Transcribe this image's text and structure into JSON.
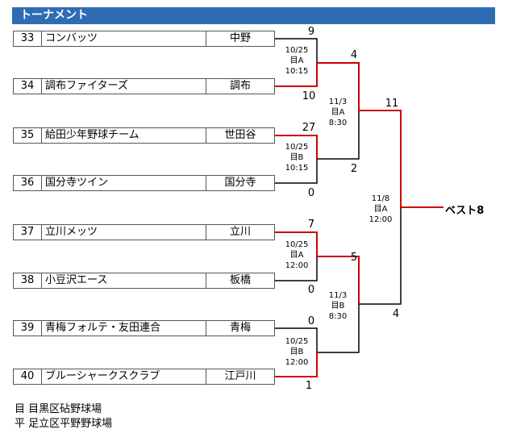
{
  "header": {
    "title": "トーナメント"
  },
  "teams": [
    {
      "no": "33",
      "name": "コンバッツ",
      "area": "中野"
    },
    {
      "no": "34",
      "name": "調布ファイターズ",
      "area": "調布"
    },
    {
      "no": "35",
      "name": "給田少年野球チーム",
      "area": "世田谷"
    },
    {
      "no": "36",
      "name": "国分寺ツイン",
      "area": "国分寺"
    },
    {
      "no": "37",
      "name": "立川メッツ",
      "area": "立川"
    },
    {
      "no": "38",
      "name": "小豆沢エース",
      "area": "板橋"
    },
    {
      "no": "39",
      "name": "青梅フォルテ・友田連合",
      "area": "青梅"
    },
    {
      "no": "40",
      "name": "ブルーシャークスクラブ",
      "area": "江戸川"
    }
  ],
  "round1": [
    {
      "top": "9",
      "bottom": "10",
      "date": "10/25",
      "venue": "目A",
      "time": "10:15"
    },
    {
      "top": "27",
      "bottom": "0",
      "date": "10/25",
      "venue": "目B",
      "time": "10:15"
    },
    {
      "top": "7",
      "bottom": "0",
      "date": "10/25",
      "venue": "目A",
      "time": "12:00"
    },
    {
      "top": "0",
      "bottom": "1",
      "date": "10/25",
      "venue": "目B",
      "time": "12:00"
    }
  ],
  "round2": [
    {
      "top": "4",
      "bottom": "2",
      "date": "11/3",
      "venue": "目A",
      "time": "8:30"
    },
    {
      "top": "5",
      "bottom": "4",
      "date": "11/3",
      "venue": "目B",
      "time": "8:30"
    }
  ],
  "round3": {
    "top": "11",
    "date": "11/8",
    "venue": "目A",
    "time": "12:00"
  },
  "result": "ベスト8",
  "legend": [
    {
      "mark": "目",
      "text": "目黒区砧野球場"
    },
    {
      "mark": "平",
      "text": "足立区平野野球場"
    }
  ],
  "colors": {
    "header": "#2e6db4",
    "winner": "#cc0000",
    "line": "#000000"
  }
}
